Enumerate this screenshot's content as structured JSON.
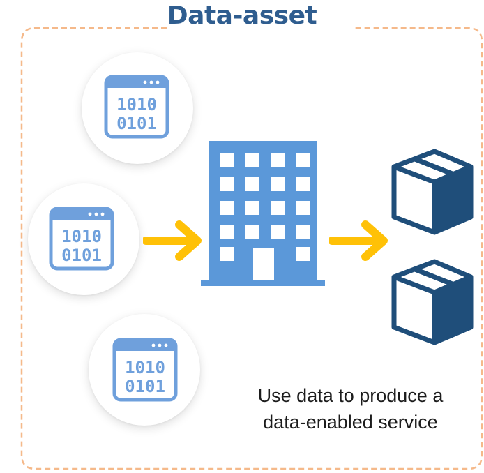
{
  "title": "Data-asset",
  "caption": {
    "line1": "Use data to produce a",
    "line2": "data-enabled service"
  },
  "data_icon_text": {
    "row1": "1010",
    "row2": "0101"
  },
  "colors": {
    "frame_border": "#f5b98a",
    "title": "#2f5d8f",
    "data_icon": "#6fa0dc",
    "building": "#5b98d9",
    "arrow": "#ffc107",
    "box_dark": "#1f4e7a"
  },
  "icons": [
    "data-file-icon",
    "data-file-icon",
    "data-file-icon",
    "building-icon",
    "arrow-icon",
    "arrow-icon",
    "package-icon",
    "package-icon"
  ]
}
